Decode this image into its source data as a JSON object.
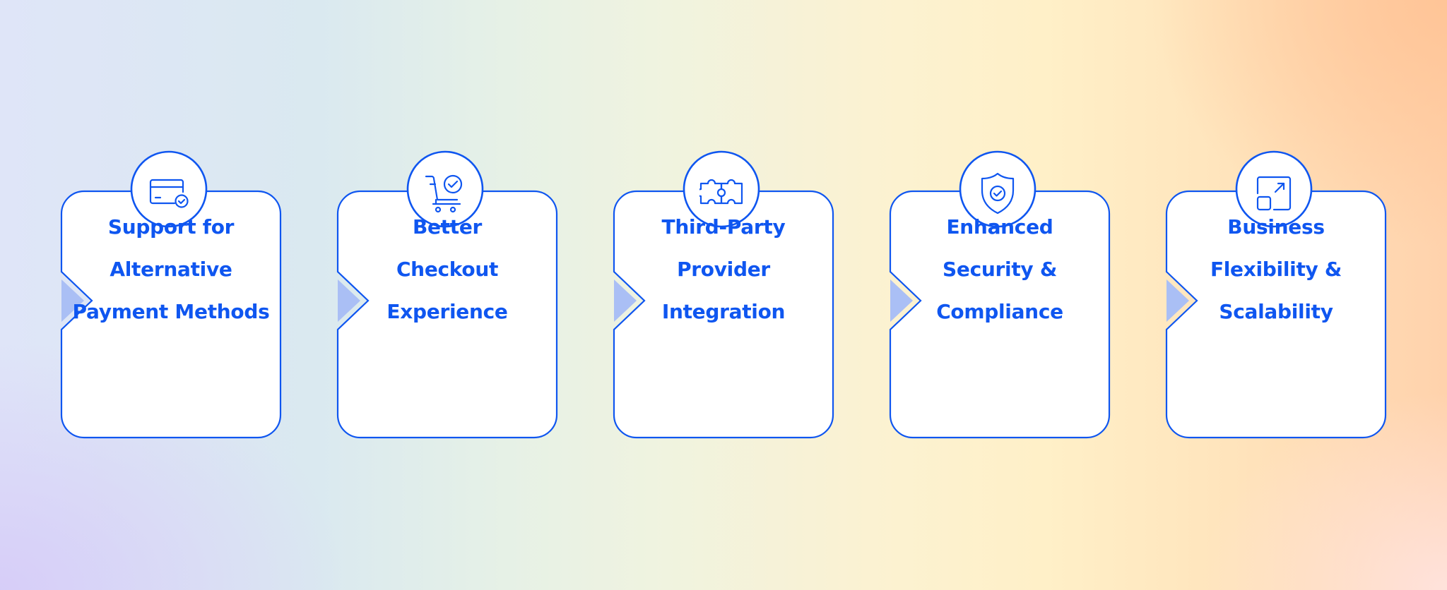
{
  "colors": {
    "accent": "#0f56f0",
    "triangle": "#aabff5",
    "card_fill": "#ffffff"
  },
  "cards": [
    {
      "icon": "credit-card-check-icon",
      "lines": [
        "Support for",
        "Alternative",
        "Payment Methods"
      ]
    },
    {
      "icon": "shopping-cart-check-icon",
      "lines": [
        "Better",
        "Checkout",
        "Experience"
      ]
    },
    {
      "icon": "puzzle-pieces-icon",
      "lines": [
        "Third-Party",
        "Provider",
        "Integration"
      ]
    },
    {
      "icon": "shield-check-icon",
      "lines": [
        "Enhanced",
        "Security &",
        "Compliance"
      ]
    },
    {
      "icon": "scale-expand-icon",
      "lines": [
        "Business",
        "Flexibility &",
        "Scalability"
      ]
    }
  ]
}
